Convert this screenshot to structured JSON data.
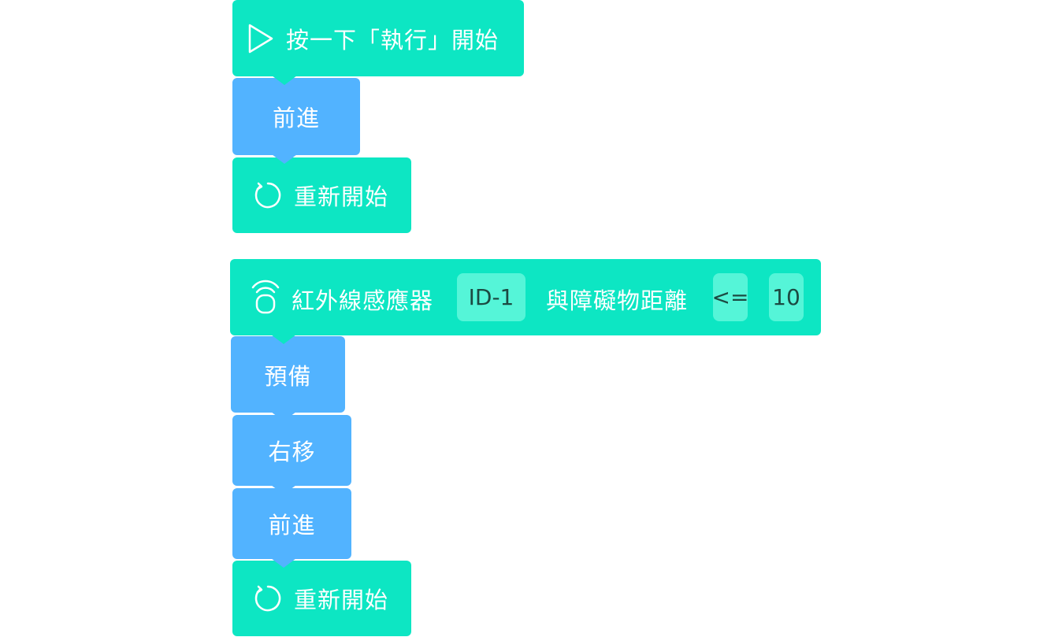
{
  "stack1": {
    "start": {
      "label": "按一下「執行」開始",
      "icon": "play-icon"
    },
    "forward": {
      "label": "前進"
    },
    "restart": {
      "label": "重新開始",
      "icon": "restart-icon"
    }
  },
  "stack2": {
    "sensor": {
      "label": "紅外線感應器",
      "icon": "infrared-sensor-icon",
      "id_value": "ID-1",
      "distance_text": "與障礙物距離",
      "operator": "<=",
      "threshold": "10"
    },
    "ready": {
      "label": "預備"
    },
    "move_right": {
      "label": "右移"
    },
    "forward": {
      "label": "前進"
    },
    "restart": {
      "label": "重新開始",
      "icon": "restart-icon"
    }
  },
  "colors": {
    "event": "#0de6c3",
    "action": "#52b3ff",
    "chip": "#55f5d8"
  }
}
